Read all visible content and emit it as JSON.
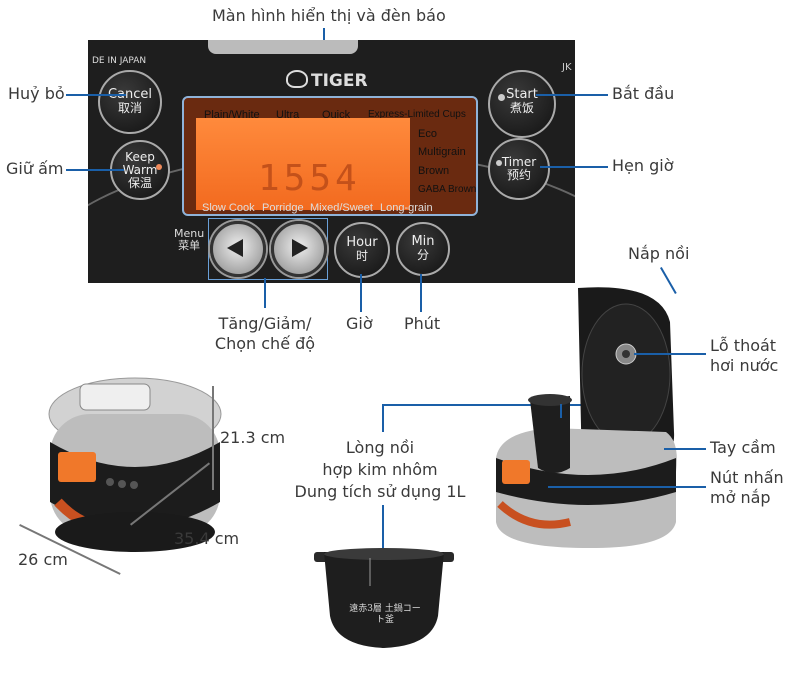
{
  "labels": {
    "display": "Màn hình hiển thị và đèn báo",
    "cancel": "Huỷ bỏ",
    "keep_warm": "Giữ ấm",
    "start": "Bắt đầu",
    "timer": "Hẹn giờ",
    "arrows_line1": "Tăng/Giảm/",
    "arrows_line2": "Chọn chế độ",
    "hour": "Giờ",
    "minute": "Phút",
    "lid": "Nắp nồi",
    "vent_line1": "Lỗ thoát",
    "vent_line2": "hơi nước",
    "handle": "Tay cầm",
    "release_line1": "Nút nhấn",
    "release_line2": "mở nắp",
    "pot_line1": "Lòng nồi",
    "pot_line2": "hợp kim nhôm",
    "pot_line3": "Dung tích sử dụng 1L",
    "height": "21.3 cm",
    "depth": "35.4 cm",
    "width": "26 cm"
  },
  "panel": {
    "made_in": "DE IN JAPAN",
    "brand": "TIGER",
    "model": "JK",
    "cancel_en": "Cancel",
    "cancel_cn": "取消",
    "keep_en1": "Keep",
    "keep_en2": "Warm",
    "keep_cn": "保温",
    "start_en": "Start",
    "start_cn": "煮饭",
    "timer_en": "Timer",
    "timer_cn": "预约",
    "menu_en": "Menu",
    "menu_cn": "菜单",
    "hour_en": "Hour",
    "hour_cn": "时",
    "min_en": "Min",
    "min_cn": "分",
    "digits": "1554",
    "modes_top": [
      "Plain/White",
      "Ultra",
      "Quick",
      "Express-Limited Cups"
    ],
    "modes_right": [
      "Eco",
      "Multigrain",
      "Brown",
      "GABA Brown"
    ],
    "modes_bottom": [
      "Slow Cook",
      "Porridge",
      "Mixed/Sweet",
      "Long-grain"
    ]
  },
  "pot_text": "遠赤3層 土鍋コート釜",
  "colors": {
    "leader": "#1a5fa8",
    "lcd": "#f26a1f",
    "body": "#c8c8c8",
    "dark": "#1e1e1e"
  }
}
